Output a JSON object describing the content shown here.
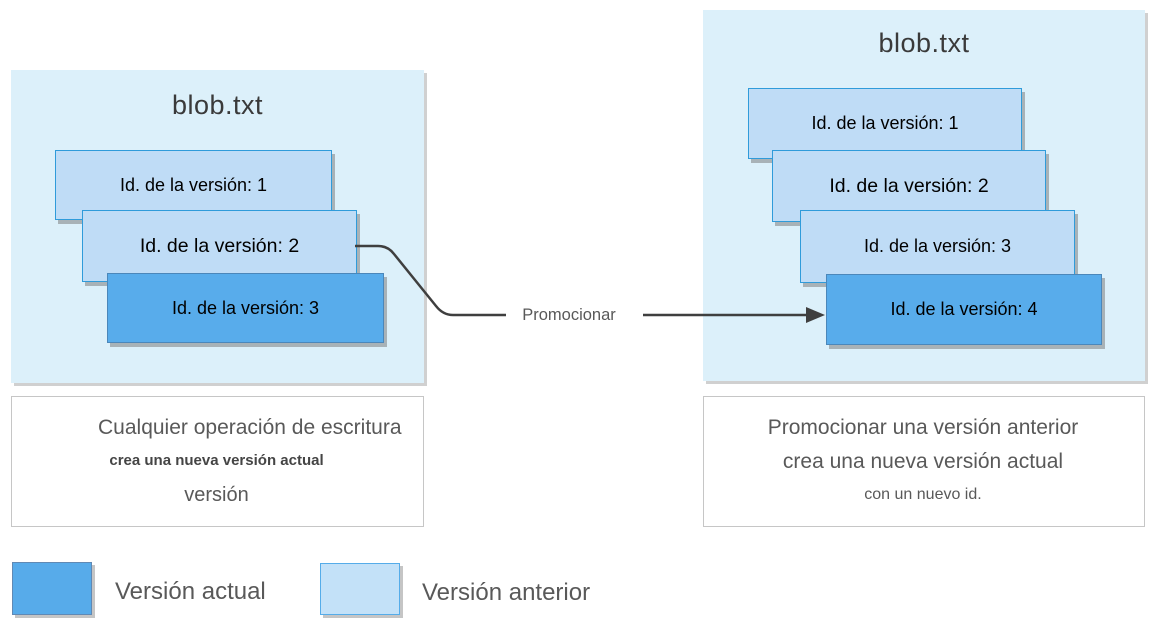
{
  "left": {
    "title": "blob.txt",
    "versions": [
      "Id. de la versión: 1",
      "Id. de la versión: 2",
      "Id. de la versión: 3"
    ],
    "caption": {
      "line1": "Cualquier operación de escritura",
      "line2": "crea una nueva versión actual",
      "line3": "versión"
    }
  },
  "right": {
    "title": "blob.txt",
    "versions": [
      "Id. de la versión: 1",
      "Id. de la versión: 2",
      "Id. de la versión: 3",
      "Id. de la versión: 4"
    ],
    "caption": {
      "line1": "Promocionar una versión anterior",
      "line2": "crea una nueva versión actual",
      "line3": "con un nuevo id."
    }
  },
  "arrow": {
    "label": "Promocionar",
    "color": "#3f3f3f"
  },
  "legend": {
    "current": {
      "label": "Versión actual",
      "color": "#57abea"
    },
    "previous": {
      "label": "Versión anterior",
      "color": "#c3e1f8"
    }
  },
  "colors": {
    "panel_background": "#dcf0fa",
    "previous_card": "#bfdcf6",
    "previous_card_border": "#2f9bda",
    "current_card": "#58aceb",
    "caption_text": "#595959",
    "title_text": "#3a3a3a"
  }
}
